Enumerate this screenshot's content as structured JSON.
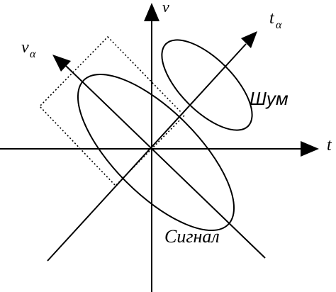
{
  "axes": {
    "v": "v",
    "t": "t",
    "t_alpha": "t",
    "v_alpha": "v",
    "alpha_subscript": "α"
  },
  "regions": {
    "noise": "Шум",
    "signal": "Сигнал"
  }
}
